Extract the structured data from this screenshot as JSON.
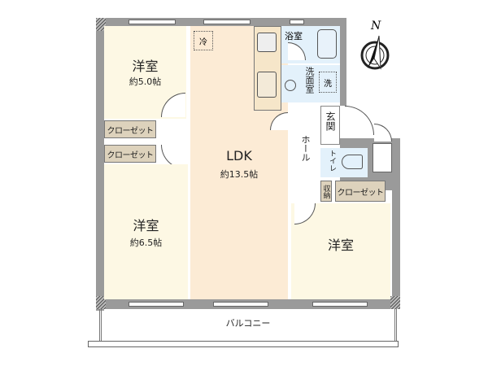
{
  "floorplan": {
    "rooms": {
      "western_room_1": {
        "name": "洋室",
        "area": "約5.0帖"
      },
      "western_room_2": {
        "name": "洋室",
        "area": "約6.5帖"
      },
      "western_room_3": {
        "name": "洋室"
      },
      "ldk": {
        "name": "LDK",
        "area": "約13.5帖"
      },
      "bathroom": {
        "name": "浴室"
      },
      "washroom": {
        "name": "洗面室"
      },
      "entrance": {
        "name": "玄関"
      },
      "hall": {
        "name": "ホール"
      },
      "toilet": {
        "name": "トイレ"
      },
      "storage": {
        "name": "収納"
      },
      "balcony": {
        "name": "バルコニー"
      }
    },
    "closets": [
      {
        "label": "クローゼット"
      },
      {
        "label": "クローゼット"
      },
      {
        "label": "クローゼット"
      }
    ],
    "fixtures": {
      "fridge": "冷",
      "washer": "洗"
    },
    "compass": {
      "label": "N"
    },
    "colors": {
      "wall": "#9a9a9a",
      "western_room": "#fdf8e4",
      "ldk": "#fcebd5",
      "wet_area": "#e3f1fb",
      "closet": "#ddd2bc"
    }
  }
}
